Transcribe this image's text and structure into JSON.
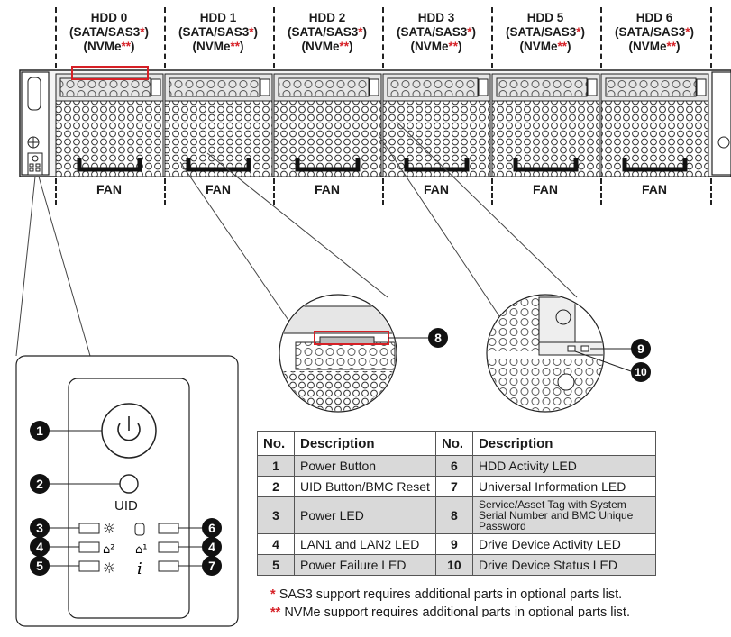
{
  "bays": [
    {
      "name": "HDD 0",
      "iface1": "(SATA/SAS3",
      "mark1": "*",
      "iface1_end": ")",
      "iface2": "(NVMe",
      "mark2": "**",
      "iface2_end": ")"
    },
    {
      "name": "HDD 1",
      "iface1": "(SATA/SAS3",
      "mark1": "*",
      "iface1_end": ")",
      "iface2": "(NVMe",
      "mark2": "**",
      "iface2_end": ")"
    },
    {
      "name": "HDD 2",
      "iface1": "(SATA/SAS3",
      "mark1": "*",
      "iface1_end": ")",
      "iface2": "(NVMe",
      "mark2": "**",
      "iface2_end": ")"
    },
    {
      "name": "HDD 3",
      "iface1": "(SATA/SAS3",
      "mark1": "*",
      "iface1_end": ")",
      "iface2": "(NVMe",
      "mark2": "**",
      "iface2_end": ")"
    },
    {
      "name": "HDD 5",
      "iface1": "(SATA/SAS3",
      "mark1": "*",
      "iface1_end": ")",
      "iface2": "(NVMe",
      "mark2": "**",
      "iface2_end": ")"
    },
    {
      "name": "HDD 6",
      "iface1": "(SATA/SAS3",
      "mark1": "*",
      "iface1_end": ")",
      "iface2": "(NVMe",
      "mark2": "**",
      "iface2_end": ")"
    }
  ],
  "fans": [
    "FAN",
    "FAN",
    "FAN",
    "FAN",
    "FAN",
    "FAN"
  ],
  "callouts": {
    "c1": "1",
    "c2": "2",
    "c3": "3",
    "c4a": "4",
    "c4b": "4",
    "c5": "5",
    "c6": "6",
    "c7": "7",
    "c8": "8",
    "c9": "9",
    "c10": "10"
  },
  "panel": {
    "uid_label": "UID"
  },
  "legend": {
    "headers": [
      "No.",
      "Description",
      "No.",
      "Description"
    ],
    "rows": [
      {
        "n1": "1",
        "d1": "Power Button",
        "n2": "6",
        "d2": "HDD Activity LED"
      },
      {
        "n1": "2",
        "d1": "UID Button/BMC Reset",
        "n2": "7",
        "d2": "Universal Information LED"
      },
      {
        "n1": "3",
        "d1": "Power LED",
        "n2": "8",
        "d2": "Service/Asset Tag with System Serial Number and BMC Unique Password"
      },
      {
        "n1": "4",
        "d1": "LAN1 and LAN2 LED",
        "n2": "9",
        "d2": "Drive Device Activity LED"
      },
      {
        "n1": "5",
        "d1": "Power Failure LED",
        "n2": "10",
        "d2": "Drive Device Status LED"
      }
    ]
  },
  "notes": [
    {
      "mark": "*",
      "text": "SAS3 support requires additional parts in optional parts list."
    },
    {
      "mark": "**",
      "text": "NVMe support requires additional parts in optional parts list."
    }
  ],
  "colors": {
    "accent_red": "#d62026",
    "row_grey": "#d9d9d9"
  }
}
